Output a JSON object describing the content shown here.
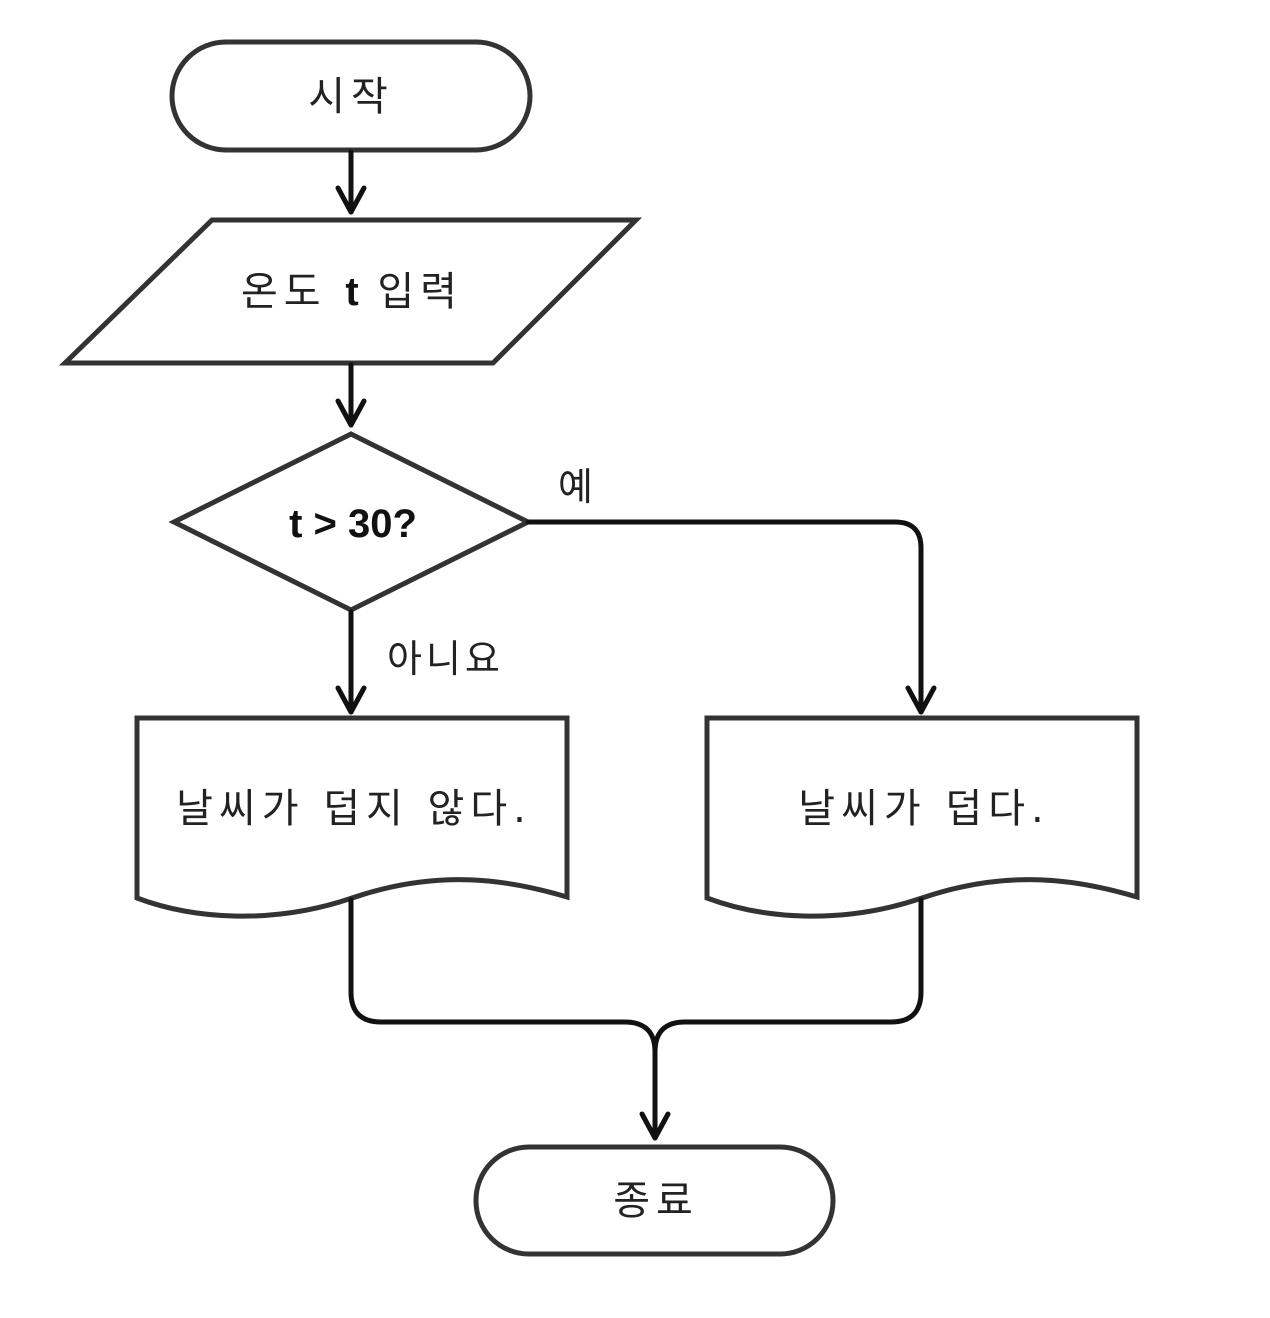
{
  "nodes": {
    "start": {
      "label": "시작"
    },
    "input": {
      "prefix": "온도 ",
      "variable": "t",
      "suffix": " 입력"
    },
    "decision": {
      "label": "t > 30?"
    },
    "output_no": {
      "label": "날씨가 덥지 않다."
    },
    "output_yes": {
      "label": "날씨가 덥다."
    },
    "end": {
      "label": "종료"
    }
  },
  "edges": {
    "yes_label": "예",
    "no_label": "아니요"
  },
  "colors": {
    "stroke": "#333333",
    "edge": "#111111",
    "fill": "#ffffff",
    "text": "#222222"
  }
}
